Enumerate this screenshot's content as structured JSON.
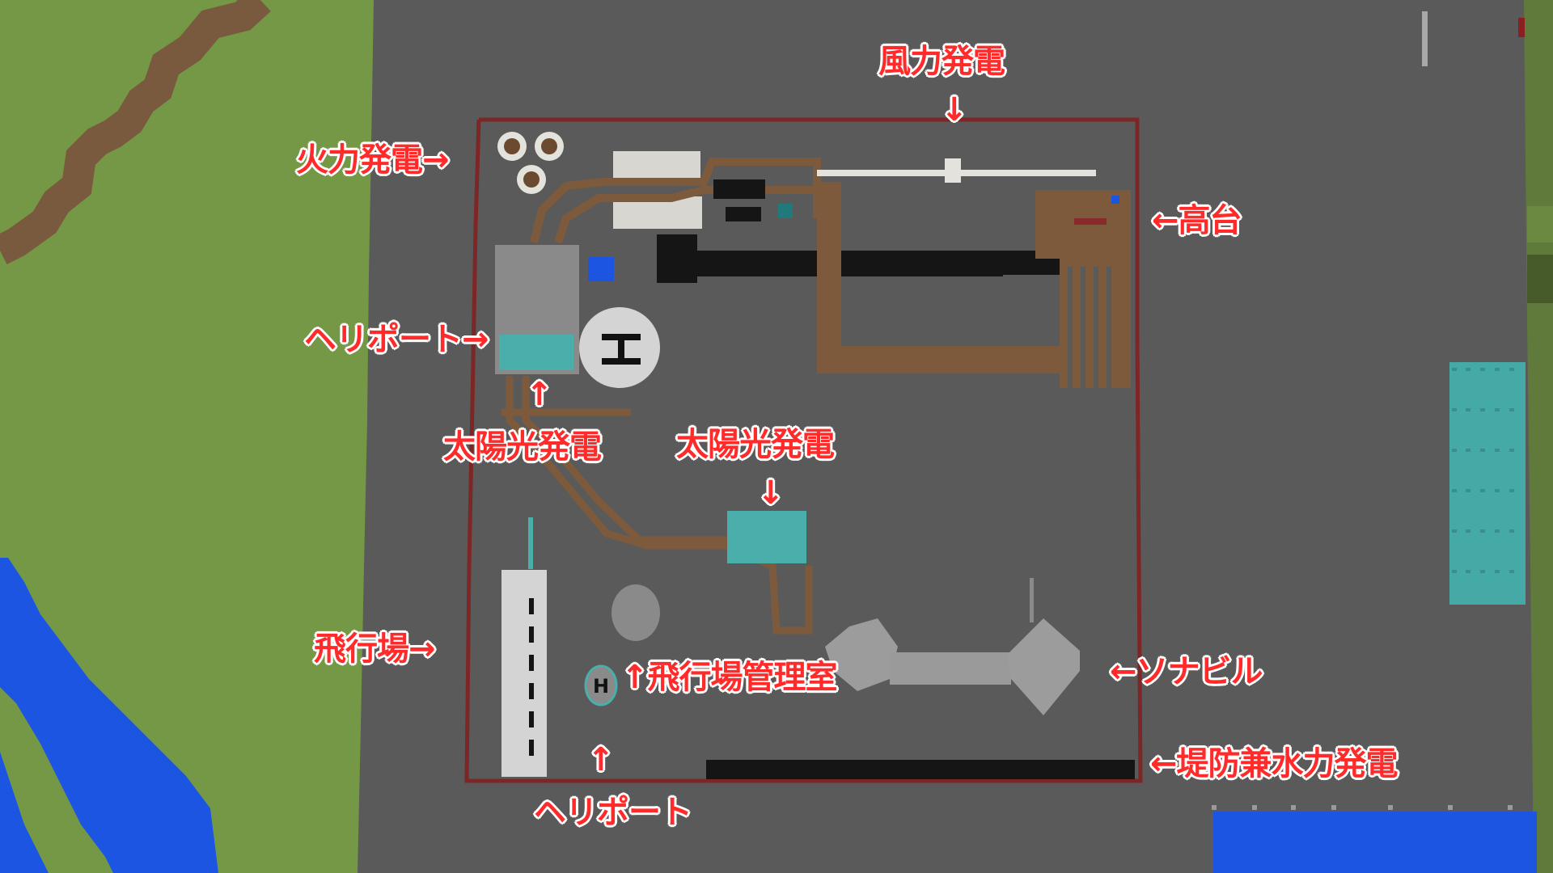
{
  "map": {
    "title": "",
    "colors": {
      "road": "#5a5a5a",
      "grass": "#759846",
      "dirt_path": "#7a5a3e",
      "water": "#1d55e3",
      "border": "#7d2626",
      "label_text": "#ff2a2a",
      "label_outline": "#ffffff",
      "diamond": "#4aaeaa",
      "wood": "#7d5a3c",
      "black_wall": "#151515",
      "quartz": "#d8d6d0"
    },
    "labels": {
      "wind_power": "風力発電",
      "thermal_power": "火力発電→",
      "high_ground": "←高台",
      "heliport_left": "ヘリポート→",
      "solar_left": "太陽光発電",
      "solar_right": "太陽光発電",
      "airfield": "飛行場→",
      "airfield_control": "↑飛行場管理室",
      "sonabill": "←ソナビル",
      "levee_hydro": "←堤防兼水力発電",
      "heliport_bottom": "ヘリポート"
    },
    "arrows": {
      "down": "↓",
      "up": "↑"
    },
    "helipad_letter": "H"
  }
}
